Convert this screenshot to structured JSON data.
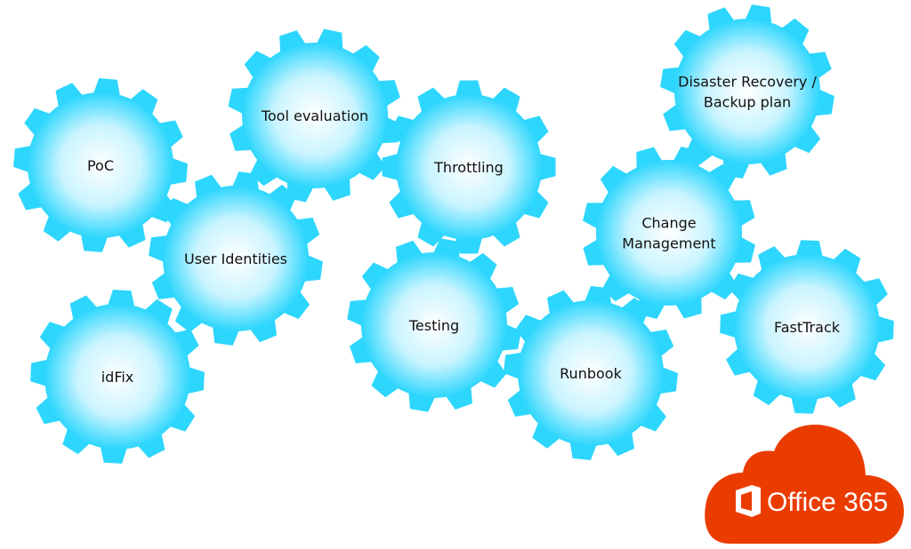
{
  "colors": {
    "gear": "#2dd6fd",
    "gear_center": "#ffffff",
    "cloud": "#eb3c00"
  },
  "gears": [
    {
      "id": "poc",
      "lines": [
        "PoC"
      ]
    },
    {
      "id": "tool-evaluation",
      "lines": [
        "Tool evaluation"
      ]
    },
    {
      "id": "throttling",
      "lines": [
        "Throttling"
      ]
    },
    {
      "id": "user-identities",
      "lines": [
        "User Identities"
      ]
    },
    {
      "id": "idfix",
      "lines": [
        "idFix"
      ]
    },
    {
      "id": "testing",
      "lines": [
        "Testing"
      ]
    },
    {
      "id": "runbook",
      "lines": [
        "Runbook"
      ]
    },
    {
      "id": "change-management",
      "lines": [
        "Change",
        "Management"
      ]
    },
    {
      "id": "disaster-recovery",
      "lines": [
        "Disaster Recovery /",
        "Backup plan"
      ]
    },
    {
      "id": "fasttrack",
      "lines": [
        "FastTrack"
      ]
    }
  ],
  "logo": {
    "text": "Office 365"
  }
}
